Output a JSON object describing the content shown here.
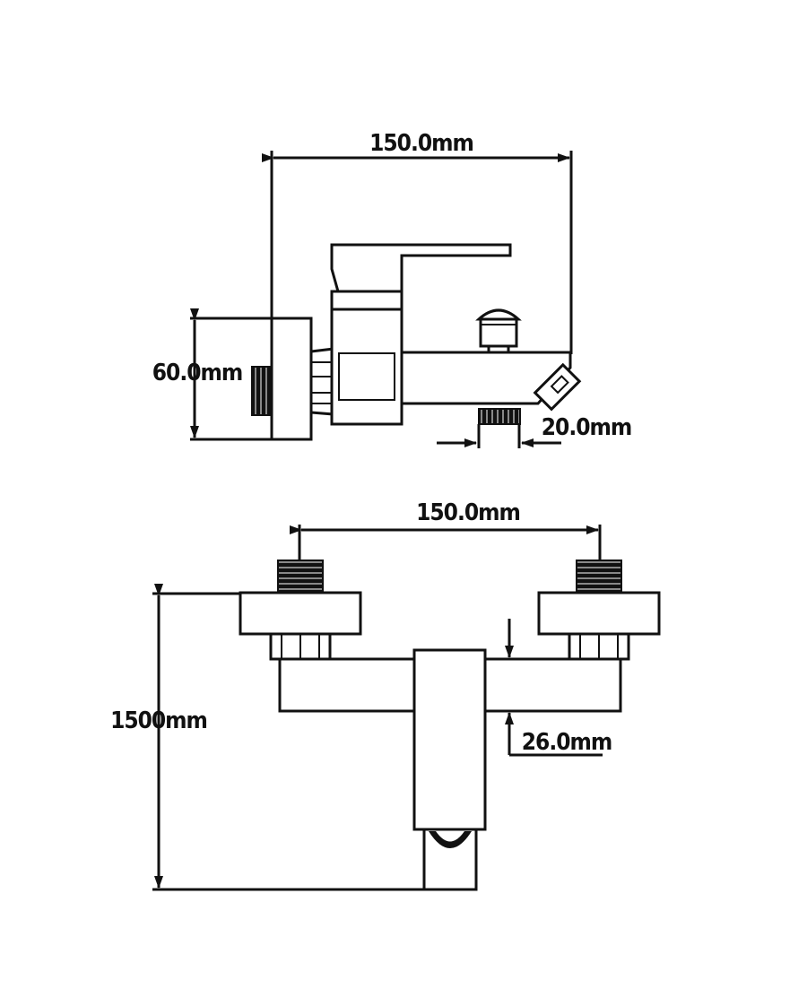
{
  "dimensions": {
    "top_width": "150.0mm",
    "side_height": "60.0mm",
    "spout_width": "20.0mm",
    "bottom_width": "150.0mm",
    "total_height": "1500mm",
    "body_depth": "26.0mm"
  },
  "colors": {
    "line": "#111111",
    "background": "#ffffff"
  }
}
